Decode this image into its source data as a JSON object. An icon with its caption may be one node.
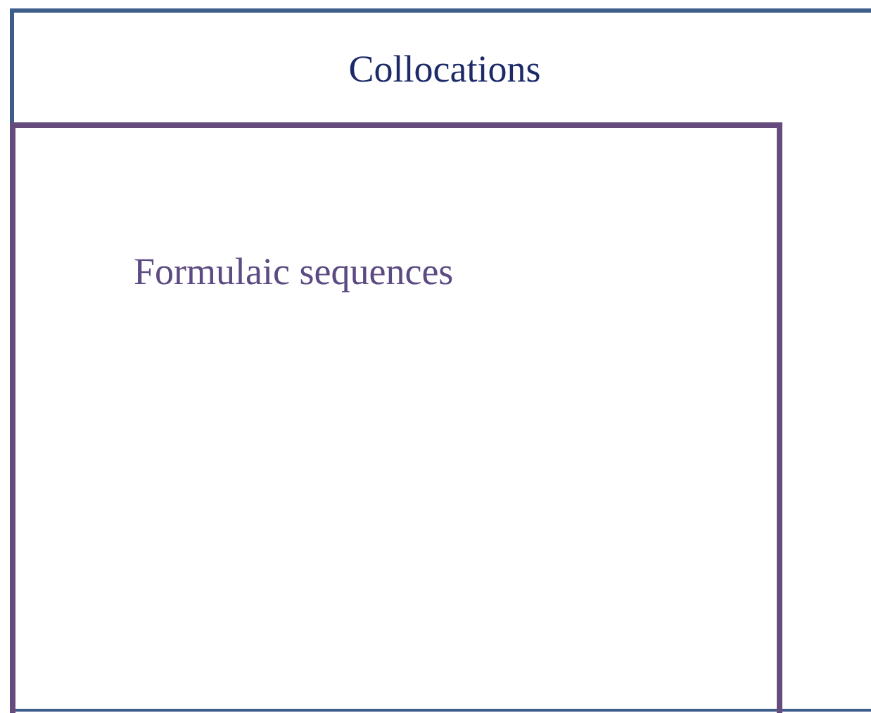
{
  "diagram": {
    "nodes": [
      {
        "text": [
          "Collocations"
        ]
      },
      {
        "text": [
          "Formulaic sequences"
        ],
        "in": 0
      }
    ]
  }
}
